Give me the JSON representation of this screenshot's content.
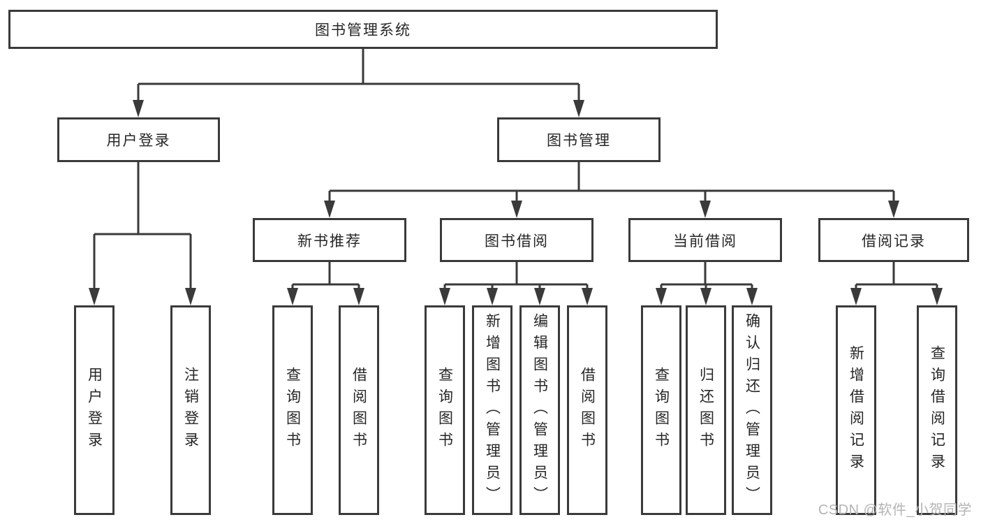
{
  "colors": {
    "line": "#3a3a3a",
    "box_border": "#3a3a3a",
    "text": "#262626",
    "watermark": "#b4b4b4",
    "background": "#ffffff"
  },
  "tree": {
    "root": "图书管理系统",
    "login": {
      "label": "用户登录",
      "children": [
        "用户登录",
        "注销登录"
      ]
    },
    "mgmt": {
      "label": "图书管理",
      "groups": [
        {
          "label": "新书推荐",
          "children": [
            "查询图书",
            "借阅图书"
          ]
        },
        {
          "label": "图书借阅",
          "children": [
            "查询图书",
            "新增图书（管理员）",
            "编辑图书（管理员）",
            "借阅图书"
          ]
        },
        {
          "label": "当前借阅",
          "children": [
            "查询图书",
            "归还图书",
            "确认归还（管理员）"
          ]
        },
        {
          "label": "借阅记录",
          "children": [
            "新增借阅记录",
            "查询借阅记录"
          ]
        }
      ]
    }
  },
  "watermark": "CSDN @软件_小贺同学"
}
